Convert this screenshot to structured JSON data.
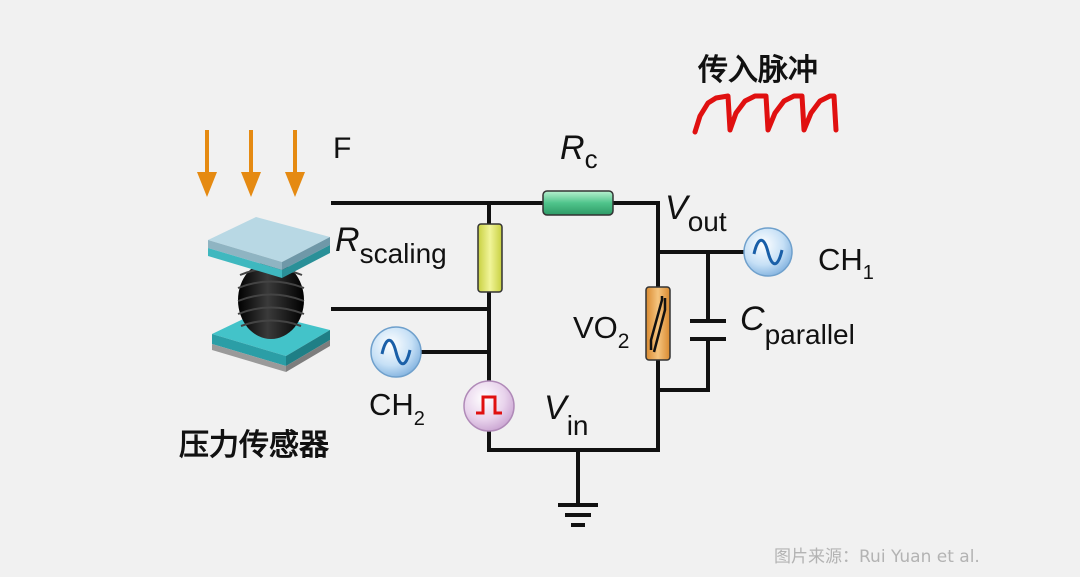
{
  "labels": {
    "force": "F",
    "r_c_main": "R",
    "r_c_sub": "c",
    "v_out_main": "V",
    "v_out_sub": "out",
    "r_scaling_main": "R",
    "r_scaling_sub": "scaling",
    "ch1_main": "CH",
    "ch1_sub": "1",
    "vo2_main": "VO",
    "vo2_sub": "2",
    "c_parallel_main": "C",
    "c_parallel_sub": "parallel",
    "ch2_main": "CH",
    "ch2_sub": "2",
    "v_in_main": "V",
    "v_in_sub": "in",
    "pressure_sensor": "压力传感器",
    "input_pulse": "传入脉冲",
    "credit": "图片来源：Rui Yuan et al."
  },
  "colors": {
    "wire": "#111111",
    "arrow": "#e58a12",
    "pulse": "#e01010",
    "rc_resistor": "#4fc48b",
    "rscaling_resistor": "#d9e25a",
    "vo2_device": "#e8a555",
    "plate": "#3fb8bf",
    "probe": "#9ec8ec",
    "source": "#d9b7de"
  }
}
